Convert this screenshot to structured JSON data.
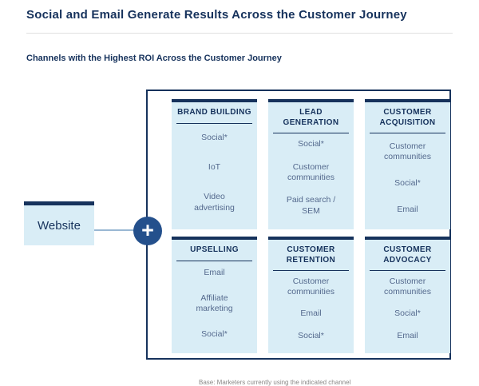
{
  "page": {
    "title": "Social and Email Generate Results Across the Customer Journey",
    "subtitle": "Channels with the Highest ROI Across the Customer Journey",
    "footnote": "Base: Marketers currently using the indicated channel"
  },
  "diagram": {
    "website_label": "Website",
    "plus_label": "+",
    "boxes": [
      {
        "header": "BRAND BUILDING",
        "items": [
          "Social*",
          "IoT",
          "Video\nadvertising"
        ]
      },
      {
        "header": "LEAD GENERATION",
        "items": [
          "Social*",
          "Customer\ncommunities",
          "Paid search /\nSEM"
        ]
      },
      {
        "header": "CUSTOMER ACQUISITION",
        "items": [
          "Customer\ncommunities",
          "Social*",
          "Email"
        ]
      },
      {
        "header": "UPSELLING",
        "items": [
          "Email",
          "Affiliate\nmarketing",
          "Social*"
        ]
      },
      {
        "header": "CUSTOMER RETENTION",
        "items": [
          "Customer\ncommunities",
          "Email",
          "Social*"
        ]
      },
      {
        "header": "CUSTOMER ADVOCACY",
        "items": [
          "Customer\ncommunities",
          "Social*",
          "Email"
        ]
      }
    ]
  },
  "colors": {
    "navy": "#16325c",
    "box_background": "#d9edf6",
    "item_text": "#54698d",
    "plus_circle": "#24508c",
    "connector": "#9ab8d4",
    "divider": "#e0e0e0",
    "footnote_gray": "#8a8886"
  }
}
